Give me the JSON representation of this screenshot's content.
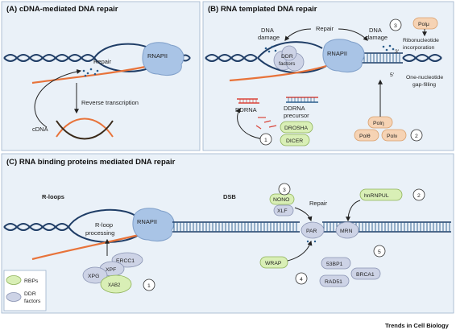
{
  "figure": {
    "footer": "Trends in Cell Biology",
    "panel_a": {
      "title": "(A) cDNA-mediated DNA repair",
      "repair": "Repair",
      "rnapii": "RNAPII",
      "reverse_transcription": "Reverse transcription",
      "cdna": "cDNA"
    },
    "panel_b": {
      "title": "(B) RNA templated DNA repair",
      "repair": "Repair",
      "dna_damage_left_1": "DNA",
      "dna_damage_left_2": "damage",
      "dna_damage_right_1": "DNA",
      "dna_damage_right_2": "damage",
      "ddr_factors_1": "DDR",
      "ddr_factors_2": "factors",
      "rnapii": "RNAPII",
      "ddrna": "DDRNA",
      "ddrna_precursor_1": "DDRNA",
      "ddrna_precursor_2": "precursor",
      "drosha": "DROSHA",
      "dicer": "DICER",
      "num_1": "1",
      "num_2": "2",
      "num_3": "3",
      "pol_mu": "Polμ",
      "ribo_1": "Ribonucleotide",
      "ribo_2": "incorporation",
      "three_prime": "3'",
      "five_prime": "5'",
      "gap_1": "One-nucleotide",
      "gap_2": "gap-filling",
      "pol_eta": "Polη",
      "pol_theta": "Polθ",
      "pol_nu": "Polν"
    },
    "panel_c": {
      "title": "(C) RNA binding proteins mediated DNA repair",
      "rloops": "R-loops",
      "dsb": "DSB",
      "rloop_proc_1": "R-loop",
      "rloop_proc_2": "processing",
      "rnapii": "RNAPII",
      "ercc1": "ERCC1",
      "xpf": "XPF",
      "xpg": "XPG",
      "xab2": "XAB2",
      "num_1": "1",
      "num_2": "2",
      "num_3": "3",
      "num_4": "4",
      "num_5": "5",
      "nono": "NONO",
      "xlf": "XLF",
      "repair": "Repair",
      "hnrnpul": "hnRNPUL",
      "par": "PAR",
      "mrn": "MRN",
      "wrap": "WRAP",
      "bp53": "53BP1",
      "brca1": "BRCA1",
      "rad51": "RAD51",
      "legend_rbps": "RBPs",
      "legend_ddr_1": "DDR",
      "legend_ddr_2": "factors"
    }
  },
  "colors": {
    "panel_bg": "#eaf1f8",
    "dna_dark": "#1f3d66",
    "dna_rung": "#2b5d8c",
    "rna_orange": "#e8733a",
    "rnapii": "#a9c4e6",
    "rbp_green": "#d9efb6",
    "ddr_grey": "#cdd3e6",
    "pol_orange": "#f6d3b4",
    "ddrna_red": "#d9453a"
  }
}
